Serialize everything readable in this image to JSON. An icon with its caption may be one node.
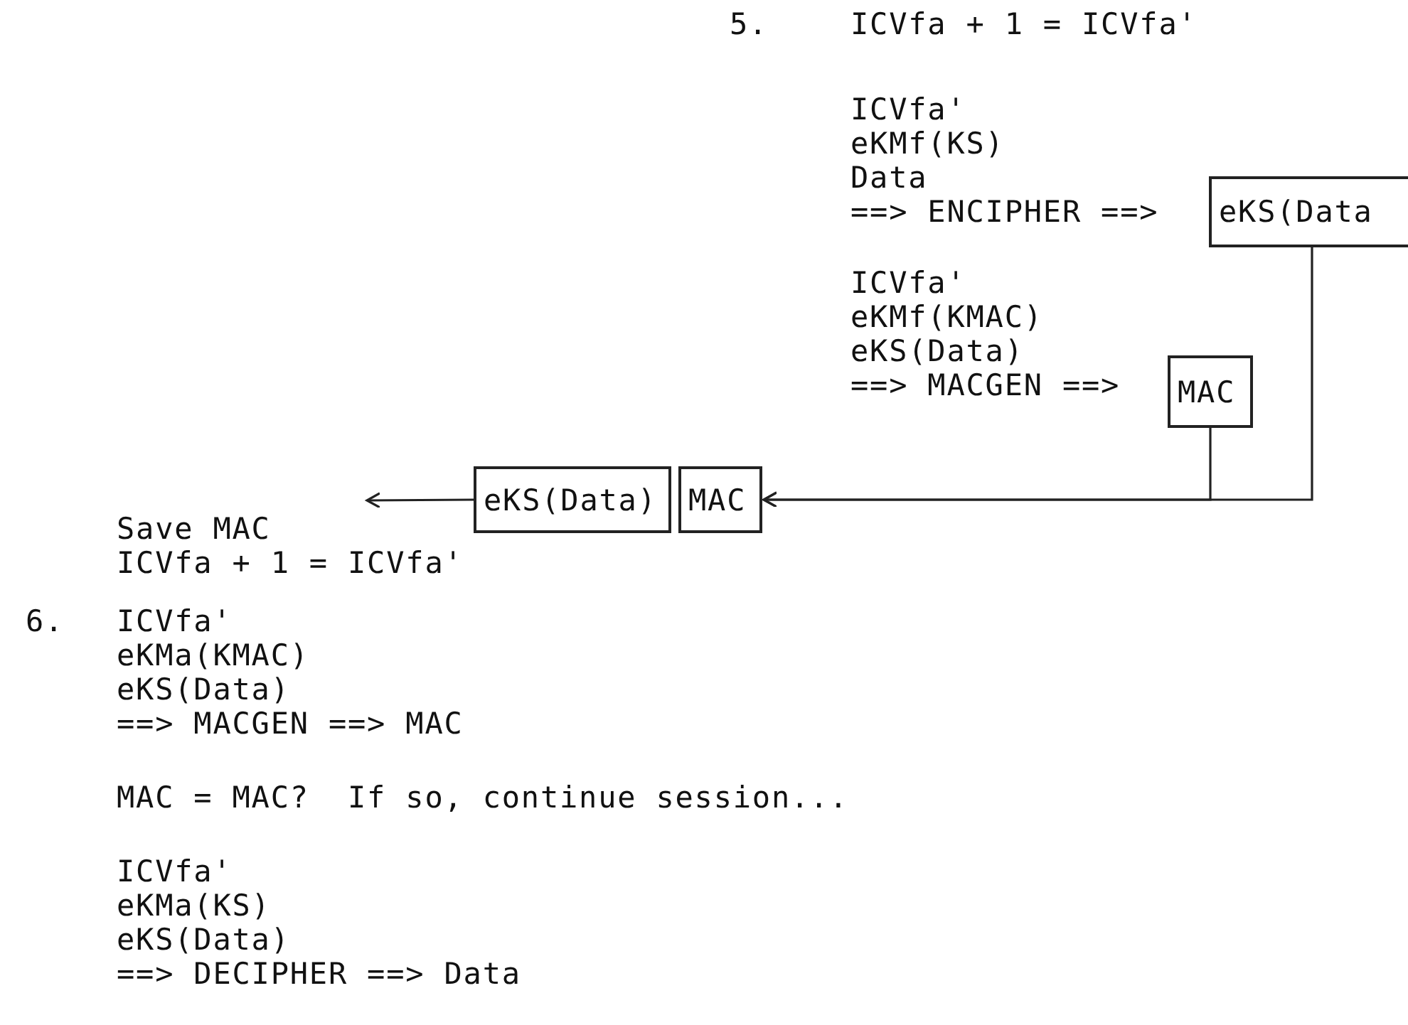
{
  "diagram": {
    "nodes": [
      {
        "text": [
          "eKS(Data"
        ]
      },
      {
        "text": [
          "MAC"
        ]
      },
      {
        "text": [
          "eKS(Data)"
        ]
      },
      {
        "text": [
          "MAC"
        ]
      }
    ],
    "edges": [
      {
        "from": 0,
        "to": 3,
        "arrow": "to"
      },
      {
        "from": 1,
        "to": 3,
        "arrow": "to"
      },
      {
        "from": 2,
        "to": null,
        "arrow": "to"
      }
    ],
    "labels": [
      "5.",
      "ICVfa + 1 = ICVfa'",
      "ICVfa'",
      "eKMf(KS)",
      "Data",
      "==> ENCIPHER ==>",
      "ICVfa'",
      "eKMf(KMAC)",
      "eKS(Data)",
      "==> MACGEN ==>",
      "Save MAC",
      "ICVfa + 1 = ICVfa'",
      "6.",
      "ICVfa'",
      "eKMa(KMAC)",
      "eKS(Data)",
      "==> MACGEN ==> MAC",
      "MAC = MAC?  If so, continue session...",
      "ICVfa'",
      "eKMa(KS)",
      "eKS(Data)",
      "==> DECIPHER ==> Data"
    ]
  }
}
